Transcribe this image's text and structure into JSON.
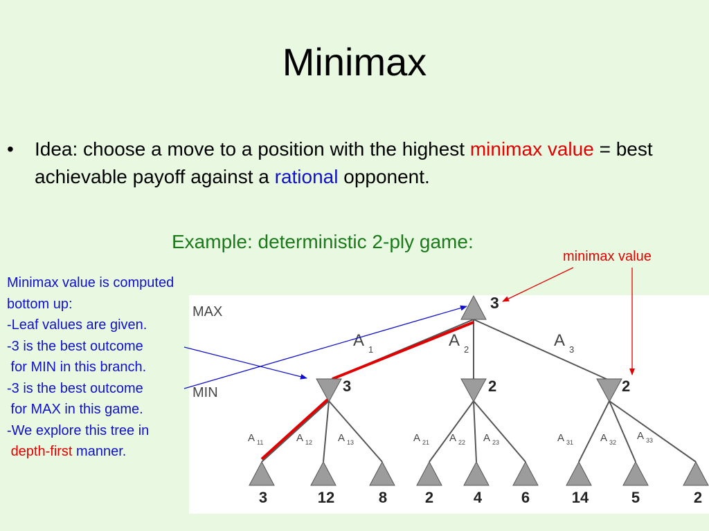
{
  "title": "Minimax",
  "bullet": {
    "dot": "•",
    "part1": "Idea: choose a move to a position with the highest ",
    "highlight1": "minimax value",
    "part2": " = best achievable payoff against a ",
    "highlight2": "rational",
    "part3": " opponent."
  },
  "example_label": "Example: deterministic 2-ply game:",
  "minimax_value_label": "minimax value",
  "notes": {
    "line1": "Minimax value is computed",
    "line2": "bottom up:",
    "line3": "-Leaf values are given.",
    "line4": "-3 is the best outcome",
    "line5": " for MIN in this branch.",
    "line6": "-3 is the best outcome",
    "line7": " for MAX in this game.",
    "line8": "-We explore this tree in",
    "line9_red": "depth-first",
    "line9_rest": " manner."
  },
  "tree": {
    "max_label": "MAX",
    "min_label": "MIN",
    "root_value": "3",
    "top_actions": [
      {
        "main": "A",
        "sub": "1"
      },
      {
        "main": "A",
        "sub": "2"
      },
      {
        "main": "A",
        "sub": "3"
      }
    ],
    "min_values": [
      "3",
      "2",
      "2"
    ],
    "leaf_actions": [
      {
        "main": "A",
        "sub": "11"
      },
      {
        "main": "A",
        "sub": "12"
      },
      {
        "main": "A",
        "sub": "13"
      },
      {
        "main": "A",
        "sub": "21"
      },
      {
        "main": "A",
        "sub": "22"
      },
      {
        "main": "A",
        "sub": "23"
      },
      {
        "main": "A",
        "sub": "31"
      },
      {
        "main": "A",
        "sub": "32"
      },
      {
        "main": "A",
        "sub": "33"
      }
    ],
    "leaf_values": [
      "3",
      "12",
      "8",
      "2",
      "4",
      "6",
      "14",
      "5",
      "2"
    ]
  },
  "colors": {
    "background": "#e9f9e1",
    "highlight_red": "#e00000",
    "highlight_blue": "#1010c8",
    "example_green": "#1a7a1a",
    "node_gray": "#9c9c9c",
    "optimal_path": "#e00000"
  }
}
